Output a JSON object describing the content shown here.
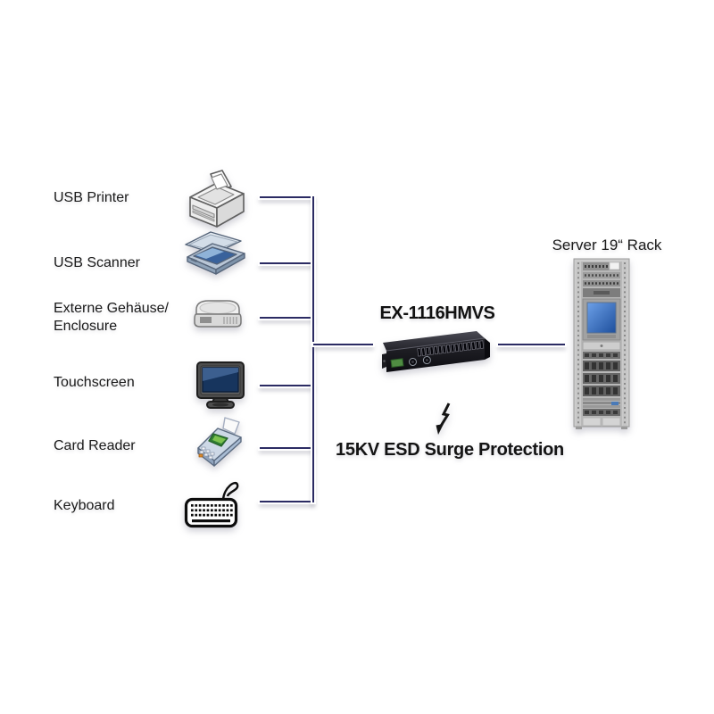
{
  "devices": [
    {
      "label": "USB Printer",
      "icon": "printer-icon"
    },
    {
      "label": "USB Scanner",
      "icon": "scanner-icon"
    },
    {
      "label": "Externe Gehäuse/ Enclosure",
      "icon": "drive-enclosure-icon"
    },
    {
      "label": "Touchscreen",
      "icon": "touchscreen-icon"
    },
    {
      "label": "Card Reader",
      "icon": "card-reader-icon"
    },
    {
      "label": "Keyboard",
      "icon": "keyboard-icon"
    }
  ],
  "hub": {
    "model": "EX-1116HMVS"
  },
  "protection": {
    "label": "15KV ESD Surge Protection",
    "icon": "lightning-bolt-icon"
  },
  "server": {
    "label": "Server 19“ Rack"
  },
  "colors": {
    "connector_line": "#2b2b63",
    "label_text": "#1a1a1a"
  }
}
